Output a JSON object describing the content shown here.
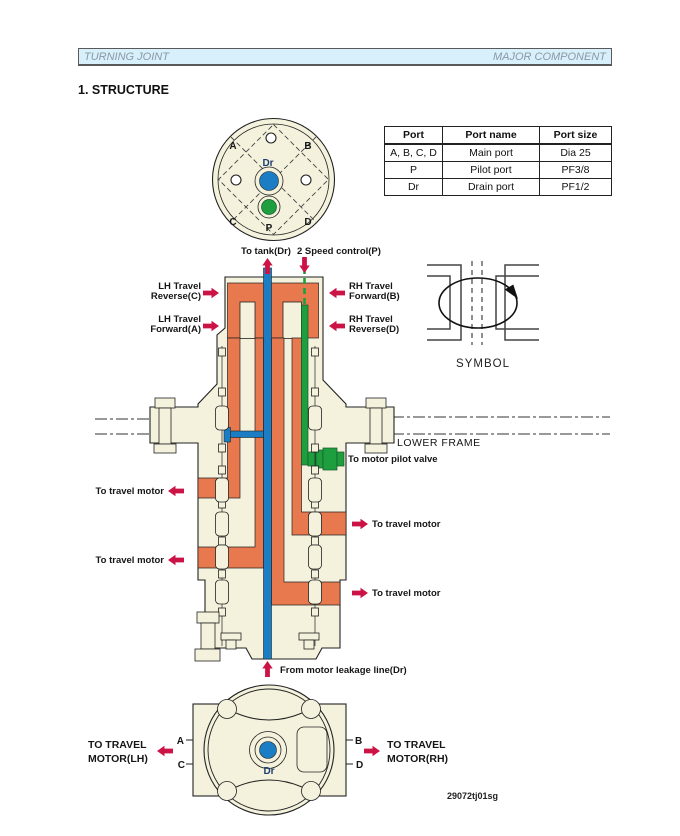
{
  "header": {
    "left": "TURNING JOINT",
    "right": "MAJOR COMPONENT"
  },
  "section_title": "1. STRUCTURE",
  "port_table": {
    "headers": [
      "Port",
      "Port name",
      "Port size"
    ],
    "rows": [
      [
        "A, B, C, D",
        "Main port",
        "Dia 25"
      ],
      [
        "P",
        "Pilot port",
        "PF3/8"
      ],
      [
        "Dr",
        "Drain port",
        "PF1/2"
      ]
    ]
  },
  "top_view": {
    "port_a": "A",
    "port_b": "B",
    "port_c": "C",
    "port_d": "D",
    "port_dr": "Dr",
    "port_p": "P"
  },
  "cross_section": {
    "to_tank": "To tank(Dr)",
    "speed_control": "2 Speed control(P)",
    "lh_reverse": [
      "LH Travel",
      "Reverse(C)"
    ],
    "lh_forward": [
      "LH Travel",
      "Forward(A)"
    ],
    "rh_forward": [
      "RH Travel",
      "Forward(B)"
    ],
    "rh_reverse": [
      "RH Travel",
      "Reverse(D)"
    ],
    "lower_frame": "LOWER FRAME",
    "pilot_valve": "To motor pilot valve",
    "travel_motor": "To travel motor",
    "leakage": "From motor leakage line(Dr)"
  },
  "symbol": {
    "caption": "SYMBOL"
  },
  "bottom_view": {
    "port_a": "A",
    "port_b": "B",
    "port_c": "C",
    "port_d": "D",
    "port_dr": "Dr",
    "motor_lh": [
      "TO TRAVEL",
      "MOTOR(LH)"
    ],
    "motor_rh": [
      "TO TRAVEL",
      "MOTOR(RH)"
    ]
  },
  "figure_id": "29072tj01sg",
  "colors": {
    "body_fill": "#f4f2dc",
    "channel_orange": "#e8794e",
    "drain_blue": "#1b7ec4",
    "pilot_green": "#1f9e3f",
    "arrow_red": "#cb1445",
    "header_bar": "#d8f0fb",
    "header_text": "#8a98a6"
  }
}
